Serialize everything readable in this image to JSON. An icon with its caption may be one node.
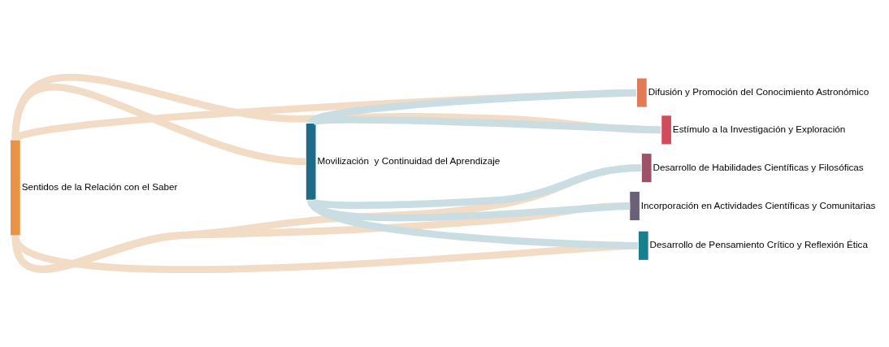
{
  "diagram": {
    "nodes": [
      {
        "text": [
          "Sentidos de la Relación con el Saber"
        ]
      },
      {
        "text": [
          "Movilización  y Continuidad del Aprendizaje"
        ]
      },
      {
        "text": [
          "Difusión y Promoción del Conocimiento Astronómico"
        ]
      },
      {
        "text": [
          "Estímulo a la Investigación y Exploración"
        ]
      },
      {
        "text": [
          "Desarrollo de Habilidades Científicas y Filosóficas"
        ]
      },
      {
        "text": [
          "Incorporación en Actividades Científicas y Comunitarias"
        ]
      },
      {
        "text": [
          "Desarrollo de Pensamiento Crítico y Reflexión Ética"
        ]
      }
    ],
    "edges": [
      {
        "from": 0,
        "to": 1,
        "arrow": "none"
      },
      {
        "from": 0,
        "to": 2,
        "arrow": "none"
      },
      {
        "from": 0,
        "to": 3,
        "arrow": "none"
      },
      {
        "from": 0,
        "to": 4,
        "arrow": "none"
      },
      {
        "from": 0,
        "to": 5,
        "arrow": "none"
      },
      {
        "from": 0,
        "to": 6,
        "arrow": "none"
      },
      {
        "from": 1,
        "to": 2,
        "arrow": "none"
      },
      {
        "from": 1,
        "to": 3,
        "arrow": "none"
      },
      {
        "from": 1,
        "to": 4,
        "arrow": "none"
      },
      {
        "from": 1,
        "to": 5,
        "arrow": "none"
      },
      {
        "from": 1,
        "to": 6,
        "arrow": "none"
      }
    ]
  }
}
